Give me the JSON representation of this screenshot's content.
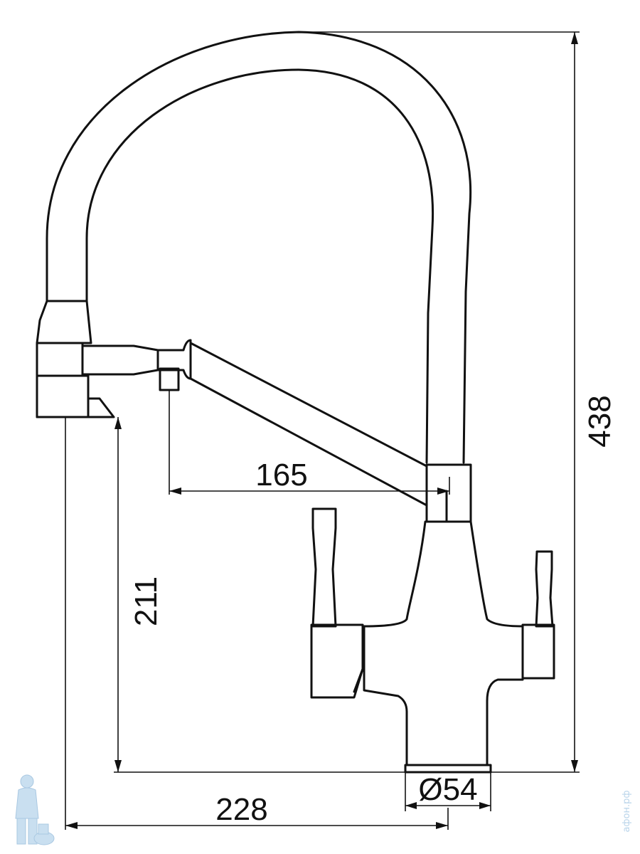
{
  "dimensions": {
    "total_height": "438",
    "spout_reach": "165",
    "body_height": "211",
    "total_reach": "228",
    "base_diameter": "Ø54"
  },
  "watermark": {
    "text": "афон.рф",
    "icon": "plumber-mascot-icon"
  },
  "colors": {
    "line": "#111111",
    "background": "#ffffff",
    "watermark": "#b9d4ea"
  }
}
